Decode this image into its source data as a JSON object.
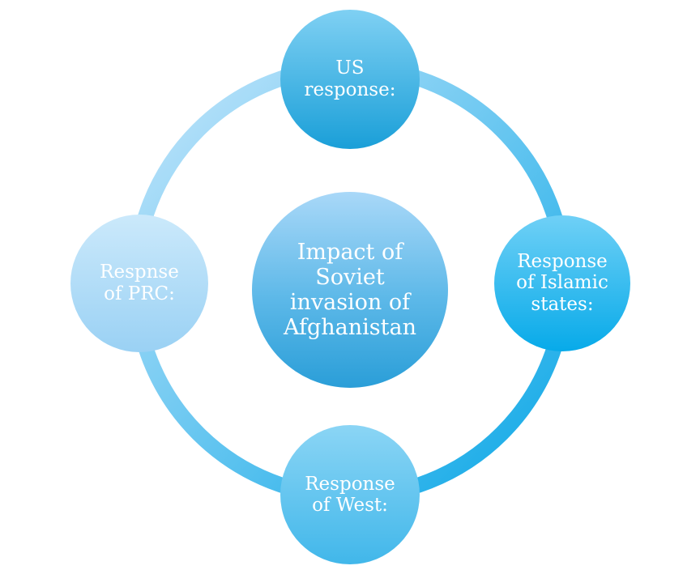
{
  "diagram": {
    "center": {
      "label": "Impact of\nSoviet\ninvasion of\nAfghanistan"
    },
    "nodes": {
      "top": {
        "label": "US\nresponse:"
      },
      "right": {
        "label": "Response\nof Islamic\nstates:"
      },
      "bottom": {
        "label": "Response\nof West:"
      },
      "left": {
        "label": "Respnse\nof PRC:"
      }
    },
    "colors": {
      "ring": "#7fc8f0",
      "center_fill_top": "#a7d6f6",
      "center_fill_bottom": "#2a9ed8",
      "top_fill": "#27a7dc",
      "right_fill": "#16aee9",
      "bottom_fill": "#59c2ee",
      "left_fill": "#a8d8f6"
    }
  }
}
